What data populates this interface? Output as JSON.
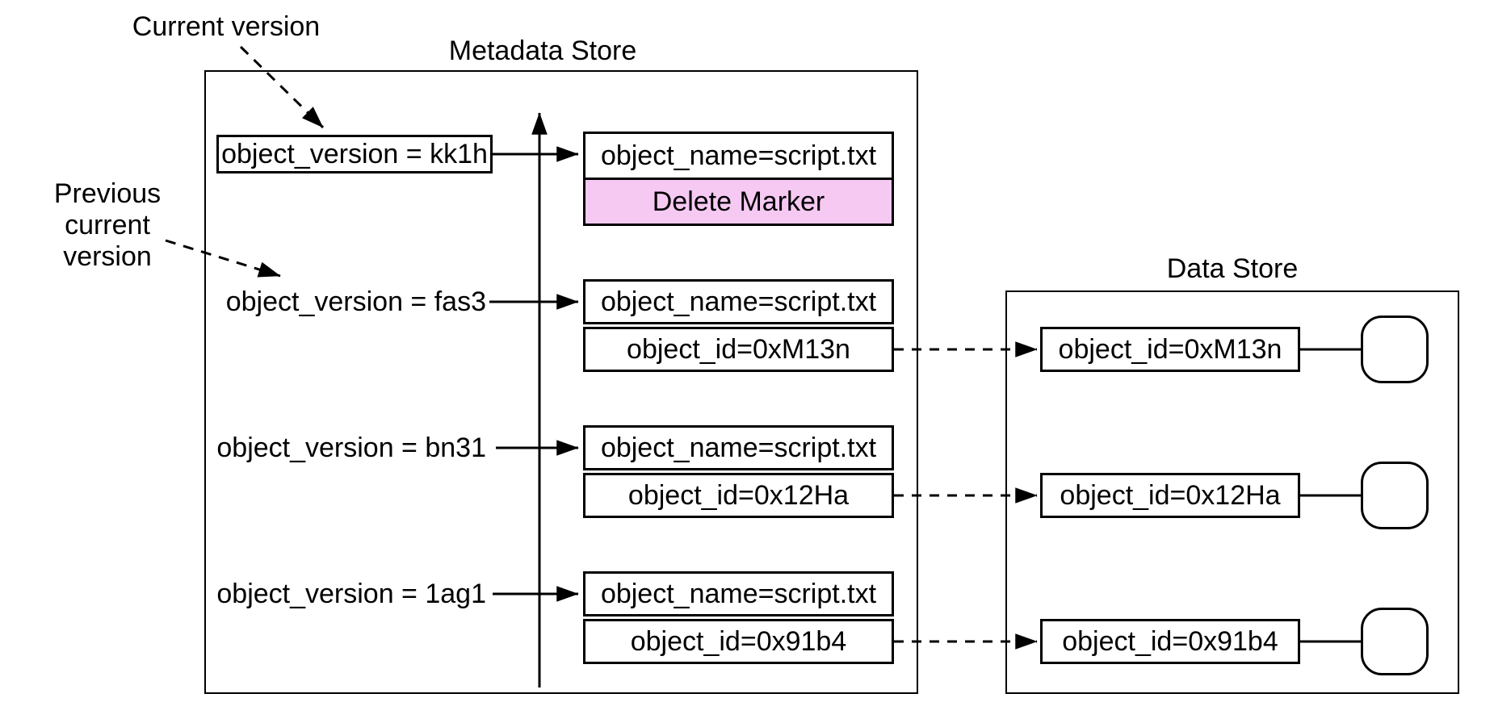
{
  "annotations": {
    "current_version": "Current version",
    "previous_current_version": [
      "Previous",
      "current",
      "version"
    ]
  },
  "metadata_store": {
    "title": "Metadata Store",
    "rows": [
      {
        "version_label": "object_version = kk1h",
        "object_name": "object_name=script.txt",
        "delete_marker": "Delete Marker"
      },
      {
        "version_label": "object_version = fas3",
        "object_name": "object_name=script.txt",
        "object_id": "object_id=0xM13n"
      },
      {
        "version_label": "object_version = bn31",
        "object_name": "object_name=script.txt",
        "object_id": "object_id=0x12Ha"
      },
      {
        "version_label": "object_version = 1ag1",
        "object_name": "object_name=script.txt",
        "object_id": "object_id=0x91b4"
      }
    ]
  },
  "data_store": {
    "title": "Data Store",
    "objects": [
      {
        "object_id": "object_id=0xM13n"
      },
      {
        "object_id": "object_id=0x12Ha"
      },
      {
        "object_id": "object_id=0x91b4"
      }
    ]
  },
  "colors": {
    "delete_marker_fill": "#f6c9f3",
    "stroke": "#000000",
    "background": "#ffffff"
  }
}
